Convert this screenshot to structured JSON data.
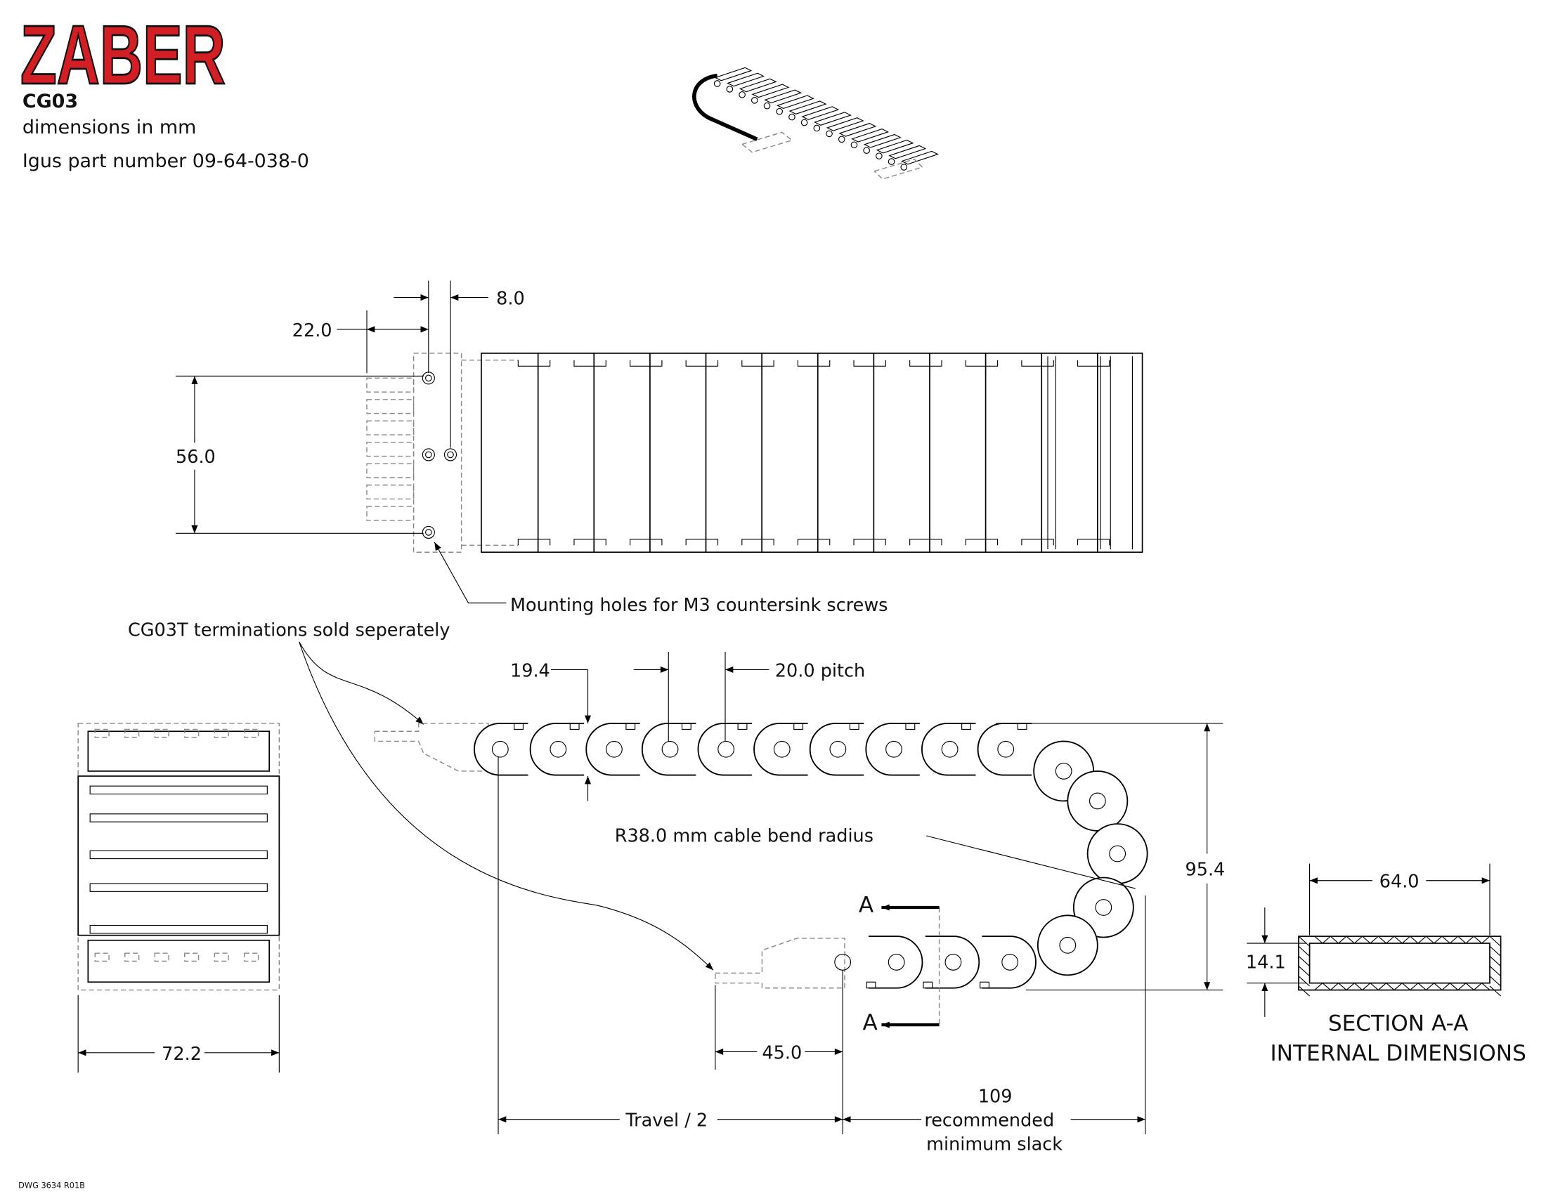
{
  "header": {
    "logo": "ZABER",
    "model": "CG03",
    "units_note": "dimensions in mm",
    "part_number": "Igus part number 09-64-038-0"
  },
  "top_view": {
    "dim_hole_offset": "8.0",
    "dim_termination": "22.0",
    "dim_width": "56.0",
    "note_mounting": "Mounting holes for M3 countersink screws"
  },
  "side_view": {
    "note_terminations": "CG03T terminations sold seperately",
    "dim_link_height": "19.4",
    "dim_pitch": "20.0 pitch",
    "note_bend": "R38.0 mm cable bend radius",
    "dim_height": "95.4",
    "section_marker_top": "A",
    "section_marker_bottom": "A",
    "dim_end_offset": "45.0",
    "dim_travel": "Travel / 2",
    "dim_slack_value": "109",
    "dim_slack_line1": "recommended",
    "dim_slack_line2": "minimum slack"
  },
  "front_view": {
    "dim_width": "72.2"
  },
  "section": {
    "dim_inner_width": "64.0",
    "dim_inner_height": "14.1",
    "title": "SECTION A-A",
    "subtitle": "INTERNAL DIMENSIONS"
  },
  "footer": {
    "drawing_number": "DWG 3634 R01B"
  }
}
